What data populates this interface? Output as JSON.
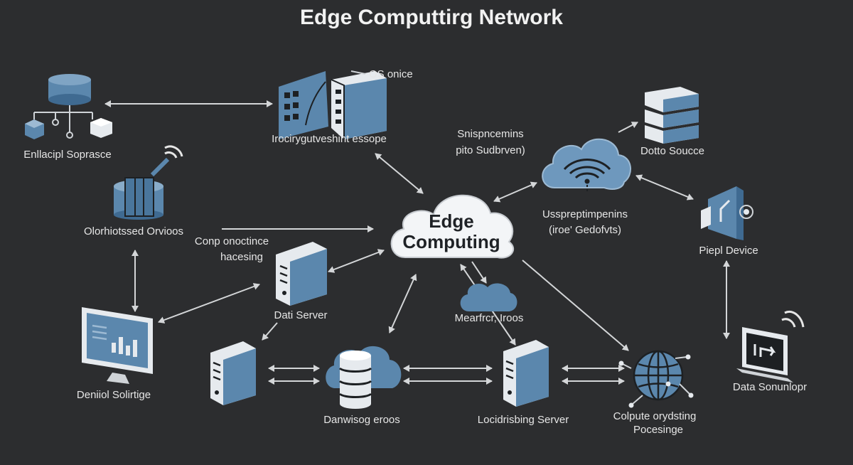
{
  "title": "Edge Computtirg Network",
  "hub": {
    "line1": "Edge",
    "line2": "Computing"
  },
  "labels": {
    "enllacipl": "Enllacipl Soprasce",
    "iroci": "Irocirygutveshint essope",
    "os_onice": "OS onice",
    "snispnc_1": "Snispncemins",
    "snispnc_2": "pito Sudbrven)",
    "dotto": "Dotto Soucce",
    "olorh": "Olorhiotssed Orvioos",
    "conp_1": "Conp onoctince",
    "conp_2": "hacesing",
    "usspre_1": "Usspreptimpenins",
    "usspre_2": "(iroe' Gedofvts)",
    "piepl": "Piepl Device",
    "dati": "Dati Server",
    "mearf": "Mearfrcr, Iroos",
    "deniol": "Deniiol Solirtige",
    "danwisog": "Danwisog eroos",
    "locid": "Locidrisbing Server",
    "colpute_1": "Colpute orydsting",
    "colpute_2": "Pocesinge",
    "data_son": "Data Sonunlopr"
  },
  "colors": {
    "background": "#2c2d2f",
    "accent": "#5b87ad",
    "hub": "#f3f5f7",
    "text": "#e6e6e6"
  }
}
